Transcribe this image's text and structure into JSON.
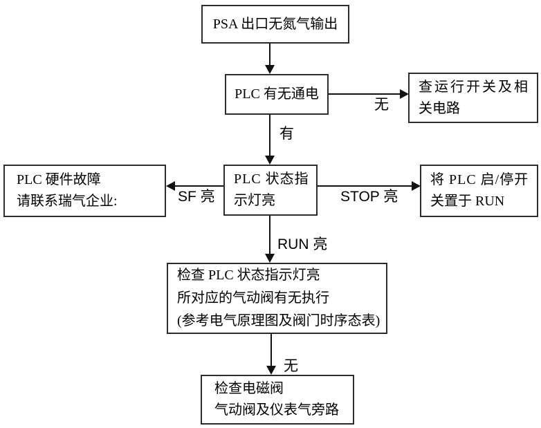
{
  "diagram": {
    "type": "flowchart",
    "background_color": "#ffffff",
    "line_color": "#111111",
    "border_color": "#2b2b2b",
    "text_color": "#000000",
    "nodes": {
      "psa_no_output": {
        "lines": [
          "PSA 出口无氮气输出"
        ]
      },
      "plc_power": {
        "lines": [
          "PLC 有无通电"
        ]
      },
      "check_switch": {
        "lines": [
          "查运行开关及相",
          "关电路"
        ]
      },
      "plc_status": {
        "lines": [
          "PLC 状态指",
          "示灯亮"
        ]
      },
      "hw_fault": {
        "lines": [
          "PLC 硬件故障",
          "请联系瑞气企业:"
        ]
      },
      "run_switch": {
        "lines": [
          "将 PLC 启/停开",
          "关置于 RUN"
        ]
      },
      "check_valve": {
        "lines": [
          "检查 PLC 状态指示灯亮",
          "所对应的气动阀有无执行",
          "(参考电气原理图及阀门时序态表)"
        ]
      },
      "solenoid_bypass": {
        "lines": [
          "检查电磁阀",
          "气动阀及仪表气旁路"
        ]
      }
    },
    "edge_labels": {
      "power_no": "无",
      "power_yes": "有",
      "sf_on": "SF 亮",
      "stop_on": "STOP 亮",
      "run_on": "RUN 亮",
      "exec_no": "无"
    }
  }
}
